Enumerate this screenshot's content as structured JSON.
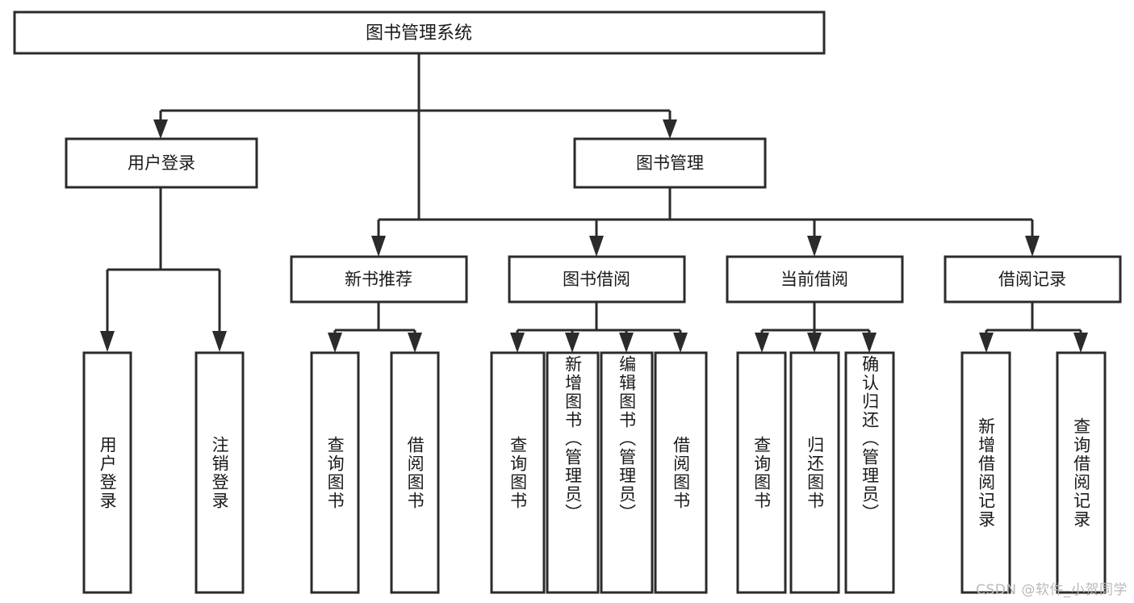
{
  "diagram": {
    "type": "tree-hierarchy-chart",
    "title": "图书管理系统",
    "watermark": "CSDN @软件_小贺同学",
    "colors": {
      "box_stroke": "#2b2b2b",
      "box_fill": "#ffffff",
      "text": "#1a1a1a",
      "background": "#ffffff",
      "watermark": "#b9b9b9"
    },
    "root": {
      "id": "root",
      "label": "图书管理系统",
      "orientation": "horizontal"
    },
    "level1": [
      {
        "id": "user-login",
        "label": "用户登录",
        "orientation": "horizontal"
      },
      {
        "id": "book-management",
        "label": "图书管理",
        "orientation": "horizontal"
      }
    ],
    "level2": [
      {
        "id": "new-book-recommend",
        "label": "新书推荐",
        "parent": "book-management",
        "orientation": "horizontal"
      },
      {
        "id": "book-borrow",
        "label": "图书借阅",
        "parent": "book-management",
        "orientation": "horizontal"
      },
      {
        "id": "current-borrow",
        "label": "当前借阅",
        "parent": "book-management",
        "orientation": "horizontal"
      },
      {
        "id": "borrow-record",
        "label": "借阅记录",
        "parent": "book-management",
        "orientation": "horizontal"
      }
    ],
    "leaves": [
      {
        "id": "leaf-user-login",
        "label": "用户登录",
        "parent": "user-login",
        "orientation": "vertical"
      },
      {
        "id": "leaf-user-logout",
        "label": "注销登录",
        "parent": "user-login",
        "orientation": "vertical"
      },
      {
        "id": "leaf-query-book-1",
        "label": "查询图书",
        "parent": "new-book-recommend",
        "orientation": "vertical"
      },
      {
        "id": "leaf-borrow-book-1",
        "label": "借阅图书",
        "parent": "new-book-recommend",
        "orientation": "vertical"
      },
      {
        "id": "leaf-query-book-2",
        "label": "查询图书",
        "parent": "book-borrow",
        "orientation": "vertical"
      },
      {
        "id": "leaf-add-book",
        "label": "新增图书（管理员）",
        "parent": "book-borrow",
        "orientation": "vertical"
      },
      {
        "id": "leaf-edit-book",
        "label": "编辑图书（管理员）",
        "parent": "book-borrow",
        "orientation": "vertical"
      },
      {
        "id": "leaf-borrow-book-2",
        "label": "借阅图书",
        "parent": "book-borrow",
        "orientation": "vertical"
      },
      {
        "id": "leaf-query-book-3",
        "label": "查询图书",
        "parent": "current-borrow",
        "orientation": "vertical"
      },
      {
        "id": "leaf-return-book",
        "label": "归还图书",
        "parent": "current-borrow",
        "orientation": "vertical"
      },
      {
        "id": "leaf-confirm-return",
        "label": "确认归还（管理员）",
        "parent": "current-borrow",
        "orientation": "vertical"
      },
      {
        "id": "leaf-add-borrow-record",
        "label": "新增借阅记录",
        "parent": "borrow-record",
        "orientation": "vertical"
      },
      {
        "id": "leaf-query-borrow-record",
        "label": "查询借阅记录",
        "parent": "borrow-record",
        "orientation": "vertical"
      }
    ]
  }
}
